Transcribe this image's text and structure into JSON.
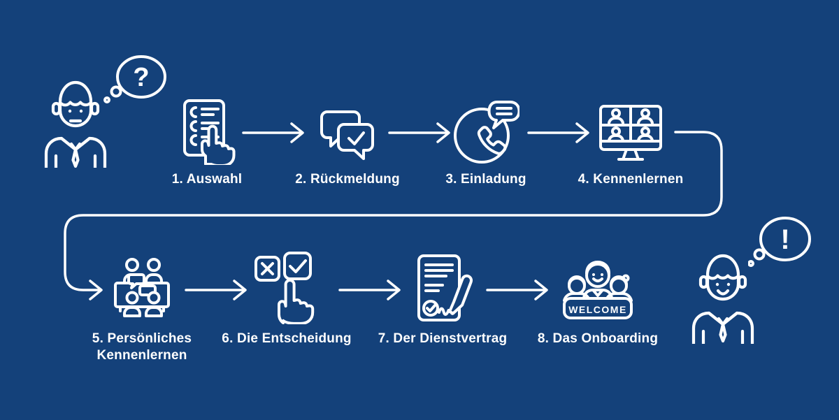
{
  "colors": {
    "background": "#14417A",
    "foreground": "#FFFFFF"
  },
  "people": {
    "left": {
      "icon": "thinking-man-icon",
      "thought_symbol": "?"
    },
    "right": {
      "icon": "happy-man-icon",
      "thought_symbol": "!"
    }
  },
  "steps": [
    {
      "label": "1. Auswahl",
      "icon": "checklist-icon"
    },
    {
      "label": "2. Rückmeldung",
      "icon": "chat-approval-icon"
    },
    {
      "label": "3. Einladung",
      "icon": "phone-invitation-icon"
    },
    {
      "label": "4. Kennenlernen",
      "icon": "video-call-icon"
    },
    {
      "label": "5. Persönliches Kennenlernen",
      "icon": "meeting-table-icon"
    },
    {
      "label": "6. Die Entscheidung",
      "icon": "decision-checkboxes-icon"
    },
    {
      "label": "7. Der Dienstvertrag",
      "icon": "contract-signing-icon"
    },
    {
      "label": "8. Das Onboarding",
      "icon": "welcome-team-icon",
      "banner_text": "WELCOME"
    }
  ]
}
